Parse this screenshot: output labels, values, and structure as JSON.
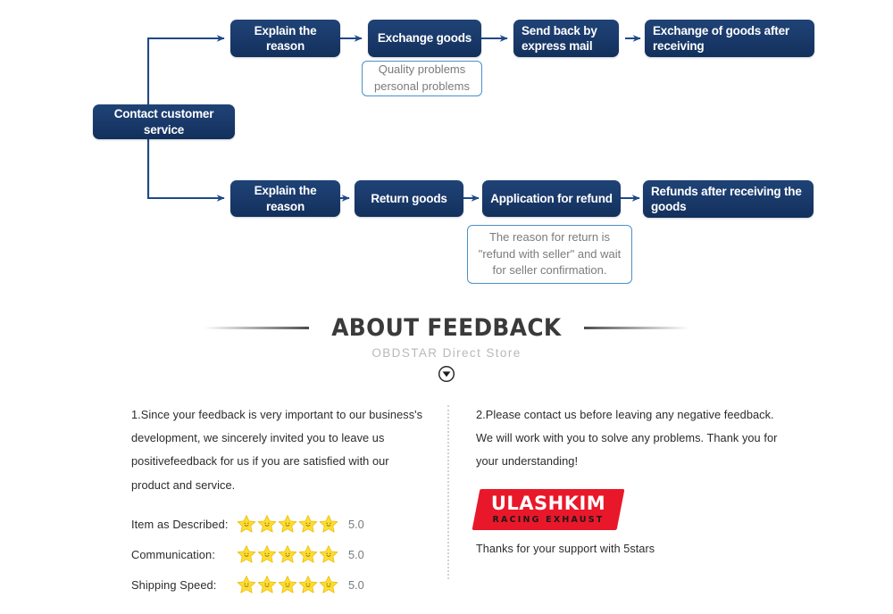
{
  "flowchart": {
    "root": {
      "label": "Contact customer service"
    },
    "exchange_branch": {
      "steps": [
        {
          "label": "Explain the reason"
        },
        {
          "label": "Exchange goods"
        },
        {
          "label": "Send back by express mail"
        },
        {
          "label": "Exchange of goods after receiving"
        }
      ],
      "callout": "Quality problems\npersonal problems"
    },
    "refund_branch": {
      "steps": [
        {
          "label": "Explain the reason"
        },
        {
          "label": "Return goods"
        },
        {
          "label": "Application for refund"
        },
        {
          "label": "Refunds after receiving the goods"
        }
      ],
      "callout": "The reason for return is \"refund with seller\" and wait for seller confirmation."
    },
    "colors": {
      "node_fill": "#1a3a6b",
      "node_text": "#ffffff",
      "connector": "#1f4a86",
      "callout_border": "#4a90c8",
      "callout_text": "#7b7b7b"
    }
  },
  "feedback_header": {
    "title": "ABOUT FEEDBACK",
    "subtitle": "OBDSTAR Direct Store",
    "chevron_icon": "chevron-down-circle-icon"
  },
  "feedback_body": {
    "left_paragraph": "1.Since your feedback is very important to our business's development, we sincerely invited you to leave us positivefeedback for us if you are satisfied with our product and service.",
    "right_paragraph": "2.Please contact us before leaving any negative feedback. We will work with you to solve any problems. Thank you for your understanding!"
  },
  "ratings": [
    {
      "label": "Item as Described:",
      "score": "5.0",
      "stars": 5
    },
    {
      "label": "Communication:",
      "score": "5.0",
      "stars": 5
    },
    {
      "label": "Shipping Speed:",
      "score": "5.0",
      "stars": 5
    }
  ],
  "brand": {
    "name": "ULASHKIM",
    "tagline": "RACING EXHAUST",
    "thanks": "Thanks for your support with 5stars",
    "logo_color": "#e8182a"
  }
}
